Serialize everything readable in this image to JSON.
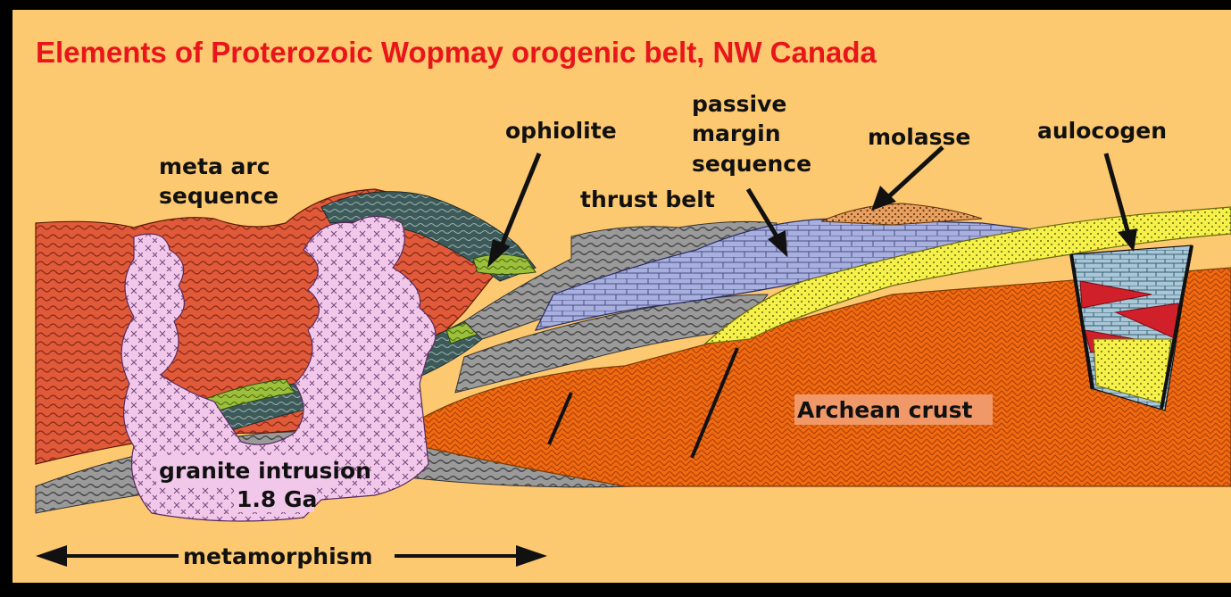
{
  "title": "Elements of Proterozoic Wopmay orogenic belt, NW Canada",
  "labels": {
    "meta_arc_line1": "meta arc",
    "meta_arc_line2": "sequence",
    "ophiolite": "ophiolite",
    "passive_line1": "passive",
    "passive_line2": "margin",
    "passive_line3": "sequence",
    "thrust_belt": "thrust belt",
    "molasse": "molasse",
    "aulocogen": "aulocogen",
    "archean_crust": "Archean crust",
    "granite_line1": "granite intrusion",
    "granite_line2": "1.8 Ga",
    "metamorphism": "metamorphism"
  },
  "colors": {
    "background": "#fcc870",
    "frame": "#000000",
    "title": "#e8151b",
    "archean": "#f06a10",
    "meta_arc": "#e05a3a",
    "granite": "#f2c8ea",
    "ophiolite_green": "#9cbf3c",
    "dark_slate": "#3d5a5a",
    "passive_margin": "#a8b0e0",
    "gray_thrust": "#a4a4a4",
    "molasse": "#e8a060",
    "yellow_clastic": "#f5f04a",
    "aulocogen_blue": "#a8c8d8",
    "aulocogen_red": "#d0202a"
  }
}
